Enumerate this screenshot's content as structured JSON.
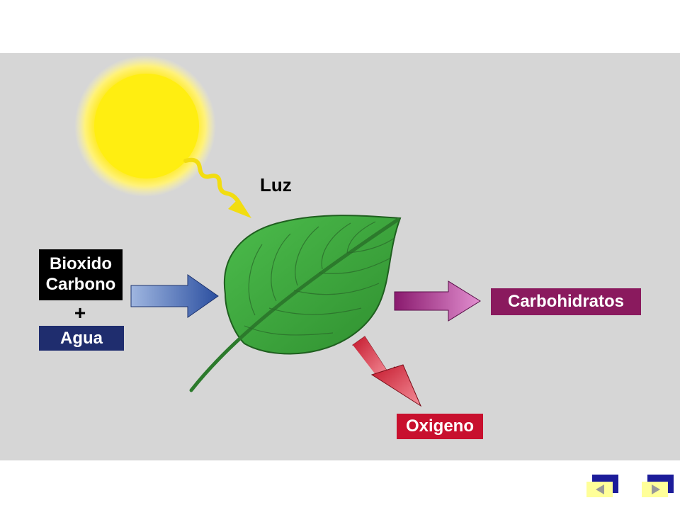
{
  "diagram": {
    "light_label": "Luz",
    "inputs": {
      "line1": "Bioxido",
      "line2": "Carbono",
      "plus": "+",
      "water": "Agua"
    },
    "outputs": {
      "carbohydrates": "Carbohidratos",
      "oxygen": "Oxigeno"
    }
  },
  "colors": {
    "background": "#d6d6d6",
    "sun": "#ffee22",
    "leaf": "#3aa83a",
    "input_arrow": "#4f6fb0",
    "carb_arrow": "#b04a9a",
    "oxygen_arrow": "#d83a4a"
  },
  "navigation": {
    "prev_icon": "triangle-left-icon",
    "next_icon": "triangle-right-icon"
  }
}
